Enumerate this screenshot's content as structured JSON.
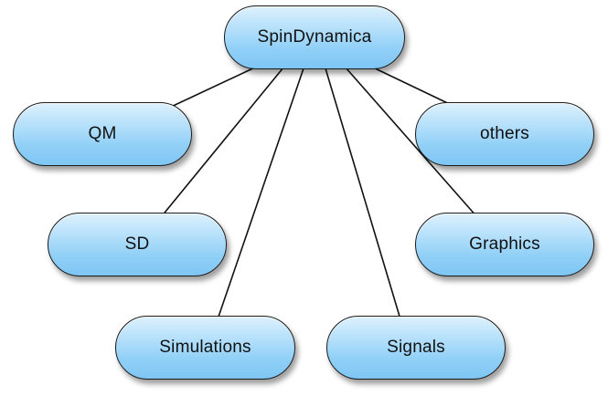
{
  "diagram": {
    "root": {
      "label": "SpinDynamica"
    },
    "children": [
      {
        "id": "qm",
        "label": "QM"
      },
      {
        "id": "others",
        "label": "others"
      },
      {
        "id": "sd",
        "label": "SD"
      },
      {
        "id": "graphics",
        "label": "Graphics"
      },
      {
        "id": "simulations",
        "label": "Simulations"
      },
      {
        "id": "signals",
        "label": "Signals"
      }
    ],
    "colors": {
      "node_fill_top": "#ddf1fd",
      "node_fill_bottom": "#7fc6f4",
      "node_border": "#1a1a1a",
      "edge": "#111111"
    }
  }
}
